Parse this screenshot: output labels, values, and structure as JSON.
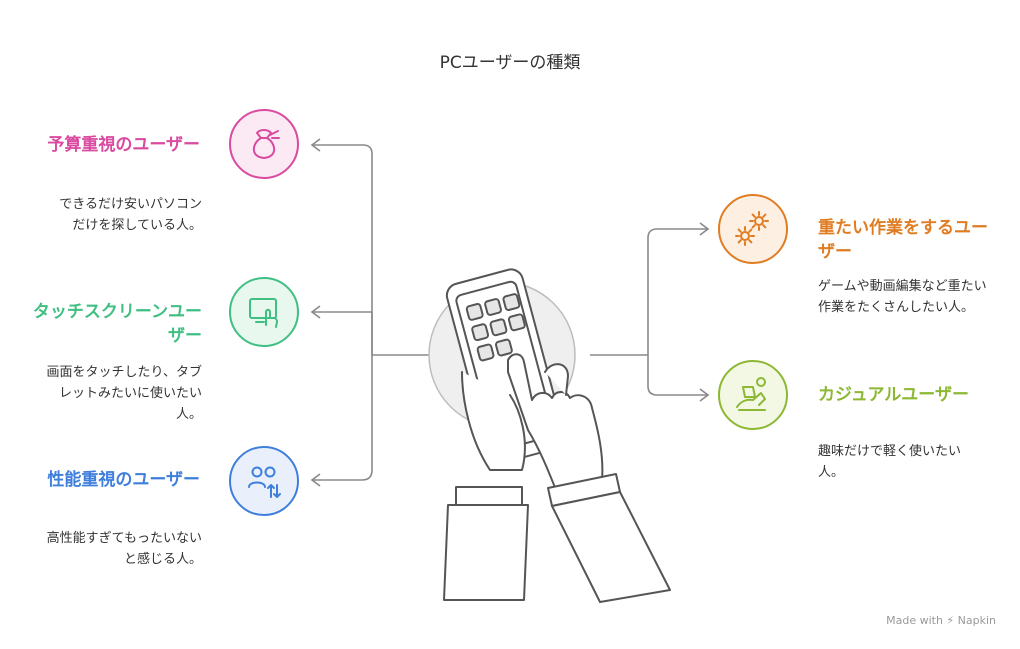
{
  "title": "PCユーザーの種類",
  "colors": {
    "pink": "#d94aa0",
    "green": "#3fbf82",
    "blue": "#3f7fdc",
    "orange": "#e07c22",
    "olive": "#8cb833",
    "line": "#8a8a8a"
  },
  "left": [
    {
      "label": "予算重視のユーザー",
      "description": "できるだけ安いパソコンだけを探している人。",
      "icon": "money-bag-icon"
    },
    {
      "label": "タッチスクリーンユーザー",
      "description": "画面をタッチしたり、タブレットみたいに使いたい人。",
      "icon": "touch-screen-icon"
    },
    {
      "label": "性能重視のユーザー",
      "description": "高性能すぎてもったいないと感じる人。",
      "icon": "users-exchange-icon"
    }
  ],
  "right": [
    {
      "label": "重たい作業をするユーザー",
      "description": "ゲームや動画編集など重たい作業をたくさんしたい人。",
      "icon": "gears-icon"
    },
    {
      "label": "カジュアルユーザー",
      "description": "趣味だけで軽く使いたい人。",
      "icon": "relaxing-laptop-icon"
    }
  ],
  "center_icon": "hand-holding-phone-icon",
  "watermark": "Made with ⚡ Napkin"
}
